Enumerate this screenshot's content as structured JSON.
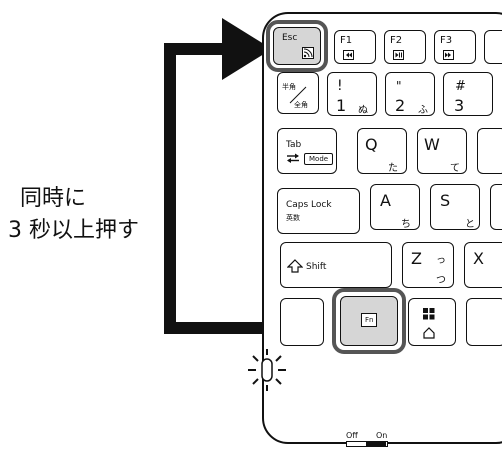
{
  "instruction": {
    "line1": "同時に",
    "line2": "3 秒以上押す"
  },
  "keys": {
    "esc": {
      "label": "Esc"
    },
    "f1": {
      "label": "F1"
    },
    "f2": {
      "label": "F2"
    },
    "f3": {
      "label": "F3"
    },
    "hankaku": {
      "top": "半角",
      "bottom": "全角"
    },
    "one": {
      "symbol": "!",
      "digit": "1",
      "kana": "ぬ"
    },
    "two": {
      "symbol": "\"",
      "digit": "2",
      "kana": "ふ"
    },
    "three": {
      "symbol": "#",
      "digit": "3"
    },
    "tab": {
      "label": "Tab",
      "mode": "Mode"
    },
    "q": {
      "letter": "Q",
      "kana": "た"
    },
    "w": {
      "letter": "W",
      "kana": "て"
    },
    "caps": {
      "label": "Caps Lock",
      "sub": "英数"
    },
    "a": {
      "letter": "A",
      "kana": "ち"
    },
    "s": {
      "letter": "S",
      "kana": "と"
    },
    "shift": {
      "label": "Shift"
    },
    "z": {
      "letter": "Z",
      "kana_top": "っ",
      "kana_bottom": "つ"
    },
    "x": {
      "letter": "X"
    },
    "fn": {
      "label": "Fn"
    }
  },
  "switch": {
    "off_label": "Off",
    "on_label": "On"
  }
}
